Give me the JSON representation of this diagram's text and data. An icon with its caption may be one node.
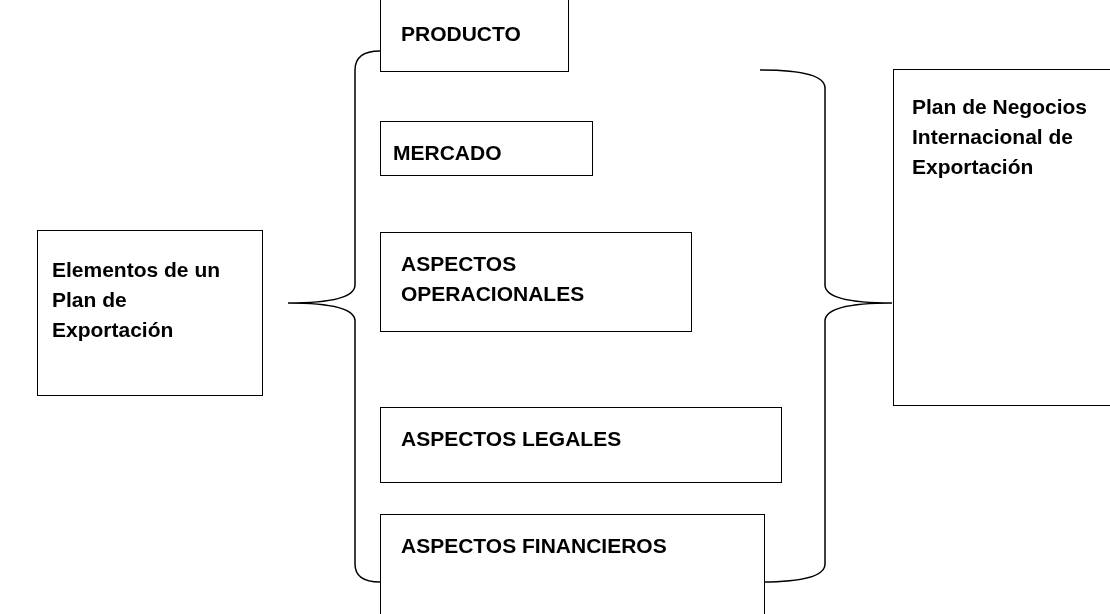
{
  "diagram": {
    "nodes": [
      {
        "text": [
          "Elementos de un Plan de Exportación"
        ]
      },
      {
        "text": [
          "PRODUCTO"
        ]
      },
      {
        "text": [
          "MERCADO"
        ]
      },
      {
        "text": [
          "ASPECTOS OPERACIONALES"
        ]
      },
      {
        "text": [
          "ASPECTOS LEGALES"
        ]
      },
      {
        "text": [
          "ASPECTOS FINANCIEROS"
        ]
      },
      {
        "text": [
          "Plan de Negocios Internacional de Exportación"
        ]
      }
    ]
  }
}
